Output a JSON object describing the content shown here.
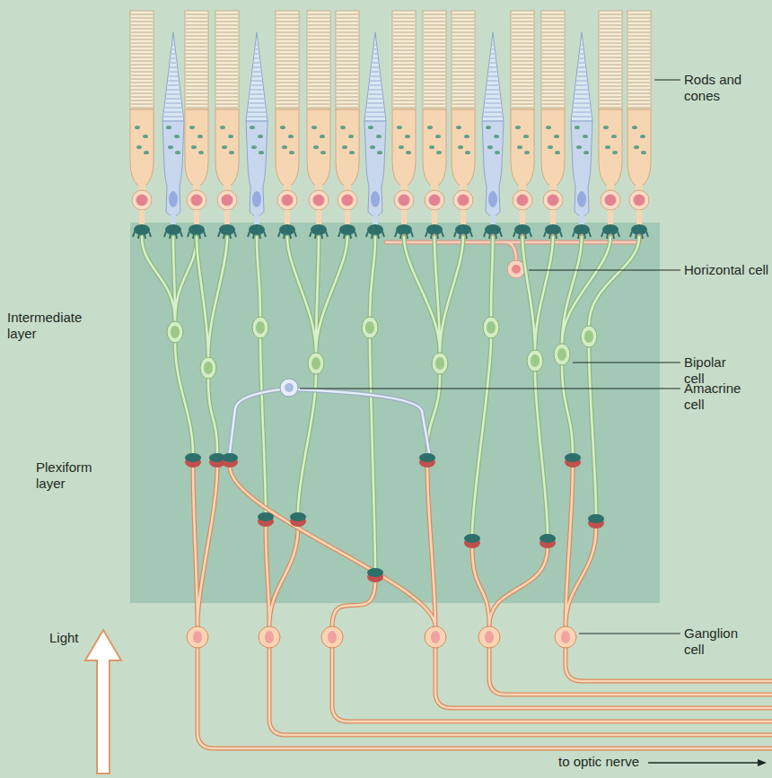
{
  "diagram": {
    "labels": [
      "Rods and cones",
      "Horizontal cell",
      "Intermediate layer",
      "Bipolar cell",
      "Amacrine cell",
      "Plexiform layer",
      "Ganglion cell",
      "Light",
      "to optic nerve"
    ]
  }
}
